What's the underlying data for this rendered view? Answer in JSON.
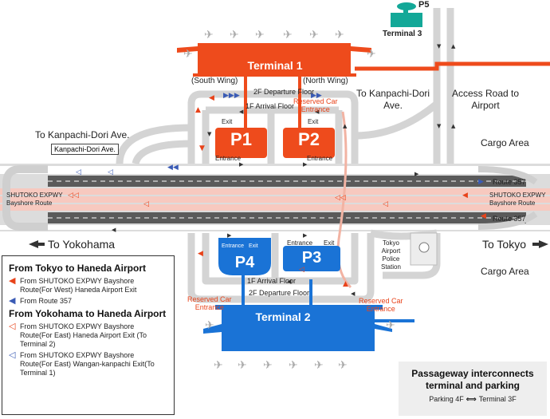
{
  "terminals": {
    "t1": "Terminal 1",
    "t2": "Terminal 2",
    "t3": "Terminal 3",
    "south_wing": "(South Wing)",
    "north_wing": "(North Wing)"
  },
  "parking": {
    "p1": "P1",
    "p2": "P2",
    "p3": "P3",
    "p4": "P4",
    "p5": "P5"
  },
  "floors": {
    "departure_north": "2F Departure Floor",
    "arrival_north": "1F Arrival Floor",
    "arrival_south": "1F Arrival Floor",
    "departure_south": "2F Departure Floor"
  },
  "markers": {
    "exit": "Exit",
    "entrance": "Entrance"
  },
  "reserved": {
    "n_line1": "Reserved Car",
    "n_line2": "Entrance",
    "sw_line1": "Reserved Car",
    "sw_line2": "Entrance",
    "se_line1": "Reserved Car",
    "se_line2": "Entrance"
  },
  "places": {
    "to_kanpachi_left": "To Kanpachi-Dori Ave.",
    "kanpachi_box": "Kanpachi-Dori Ave.",
    "to_kanpachi_right_1": "To Kanpachi-Dori",
    "to_kanpachi_right_2": "Ave.",
    "access_road_1": "Access Road to",
    "access_road_2": "Airport",
    "cargo_top": "Cargo Area",
    "cargo_bottom": "Cargo Area",
    "shutoko_left_1": "SHUTOKO EXPWY",
    "shutoko_left_2": "Bayshore Route",
    "shutoko_right_1": "SHUTOKO EXPWY",
    "shutoko_right_2": "Bayshore Route",
    "route357_top": "Route 357",
    "route357_bottom": "Route 357",
    "to_yokohama": "To Yokohama",
    "to_tokyo": "To Tokyo",
    "police_1": "Tokyo",
    "police_2": "Airport",
    "police_3": "Police",
    "police_4": "Station"
  },
  "legend": {
    "heading1": "From Tokyo to Haneda Airport",
    "item1": "From SHUTOKO EXPWY Bayshore Route(For West) Haneda Airport Exit",
    "item2": "From Route 357",
    "heading2": "From Yokohama to Haneda Airport",
    "item3": "From SHUTOKO EXPWY Bayshore Route(For East) Haneda Airport Exit (To Terminal 2)",
    "item4": "From SHUTOKO EXPWY Bayshore Route(For East) Wangan-kanpachi Exit(To Terminal 1)"
  },
  "note": {
    "line1": "Passageway interconnects terminal and parking",
    "left": "Parking 4F",
    "right": "Terminal 3F"
  },
  "colors": {
    "terminal1": "#ee4b1c",
    "terminal2": "#1a73d6",
    "terminal3": "#13a898",
    "road": "#d9d9d9",
    "expressway": "#5a5a5a",
    "route_pink": "#f7c9bf"
  }
}
